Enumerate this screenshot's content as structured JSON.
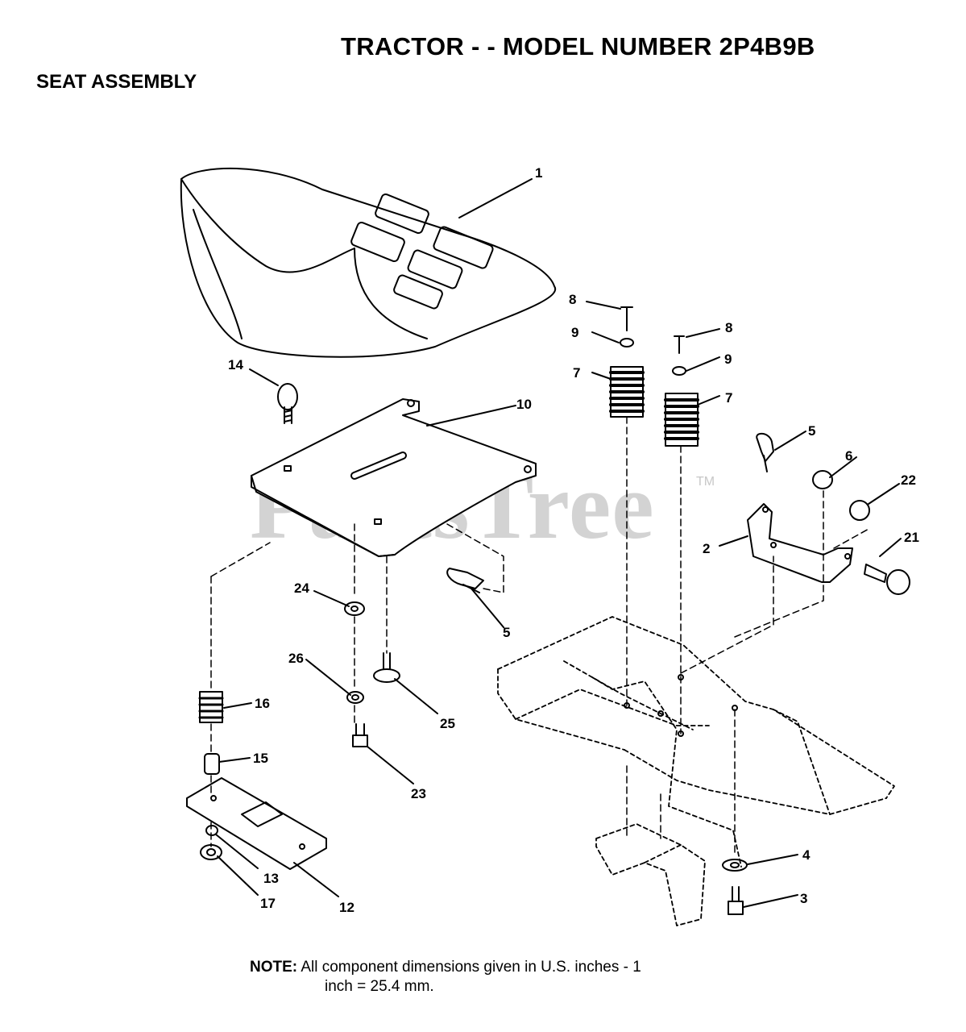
{
  "header": {
    "title": "TRACTOR - - MODEL NUMBER 2P4B9B",
    "subtitle": "SEAT ASSEMBLY"
  },
  "watermark": {
    "text": "PartsTree",
    "trademark": "TM"
  },
  "callouts": {
    "c1": "1",
    "c2": "2",
    "c3": "3",
    "c4": "4",
    "c5a": "5",
    "c5b": "5",
    "c6": "6",
    "c7a": "7",
    "c7b": "7",
    "c8a": "8",
    "c8b": "8",
    "c9a": "9",
    "c9b": "9",
    "c10": "10",
    "c12": "12",
    "c13": "13",
    "c14": "14",
    "c15": "15",
    "c16": "16",
    "c17": "17",
    "c21": "21",
    "c22": "22",
    "c23": "23",
    "c24": "24",
    "c25": "25",
    "c26": "26"
  },
  "note": {
    "label": "NOTE:",
    "line1": "All component dimensions given in U.S. inches - 1",
    "line2": "inch = 25.4 mm."
  }
}
